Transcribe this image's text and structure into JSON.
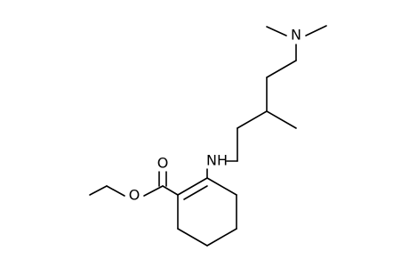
{
  "molecule": {
    "atoms": {
      "amine_nitrogen": "N",
      "imine_nitrogen": "NH",
      "carbonyl_oxygen": "O",
      "ester_oxygen": "O"
    }
  },
  "colors": {
    "background": "#ffffff",
    "bond": "#000000",
    "label": "#000000"
  }
}
